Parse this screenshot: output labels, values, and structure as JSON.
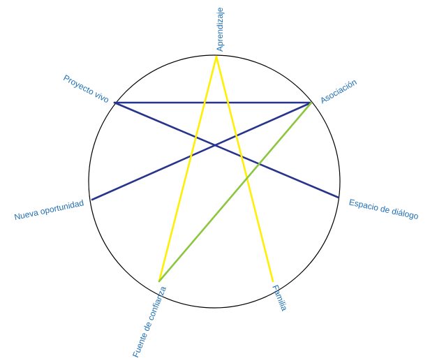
{
  "colors": {
    "circle": "#000000",
    "label": "#1F6FB5",
    "blue_line": "#27348B",
    "yellow_line": "#FFEF00",
    "green_line": "#8CC63F"
  },
  "nodes": [
    {
      "id": "aprendizaje",
      "label": "Aprendizaje"
    },
    {
      "id": "asociacion",
      "label": "Asociación"
    },
    {
      "id": "espacio",
      "label": "Espacio de diálogo"
    },
    {
      "id": "familia",
      "label": "Familia"
    },
    {
      "id": "fuente",
      "label": "Fuente de confianza"
    },
    {
      "id": "nueva",
      "label": "Nueva oportunidad"
    },
    {
      "id": "proyecto",
      "label": "Proyecto vivo"
    }
  ],
  "edges": [
    {
      "from": "proyecto",
      "to": "asociacion",
      "color": "blue"
    },
    {
      "from": "proyecto",
      "to": "espacio",
      "color": "blue"
    },
    {
      "from": "nueva",
      "to": "asociacion",
      "color": "blue"
    },
    {
      "from": "fuente",
      "to": "aprendizaje",
      "color": "yellow"
    },
    {
      "from": "aprendizaje",
      "to": "familia",
      "color": "yellow"
    },
    {
      "from": "fuente",
      "to": "asociacion",
      "color": "green"
    }
  ]
}
